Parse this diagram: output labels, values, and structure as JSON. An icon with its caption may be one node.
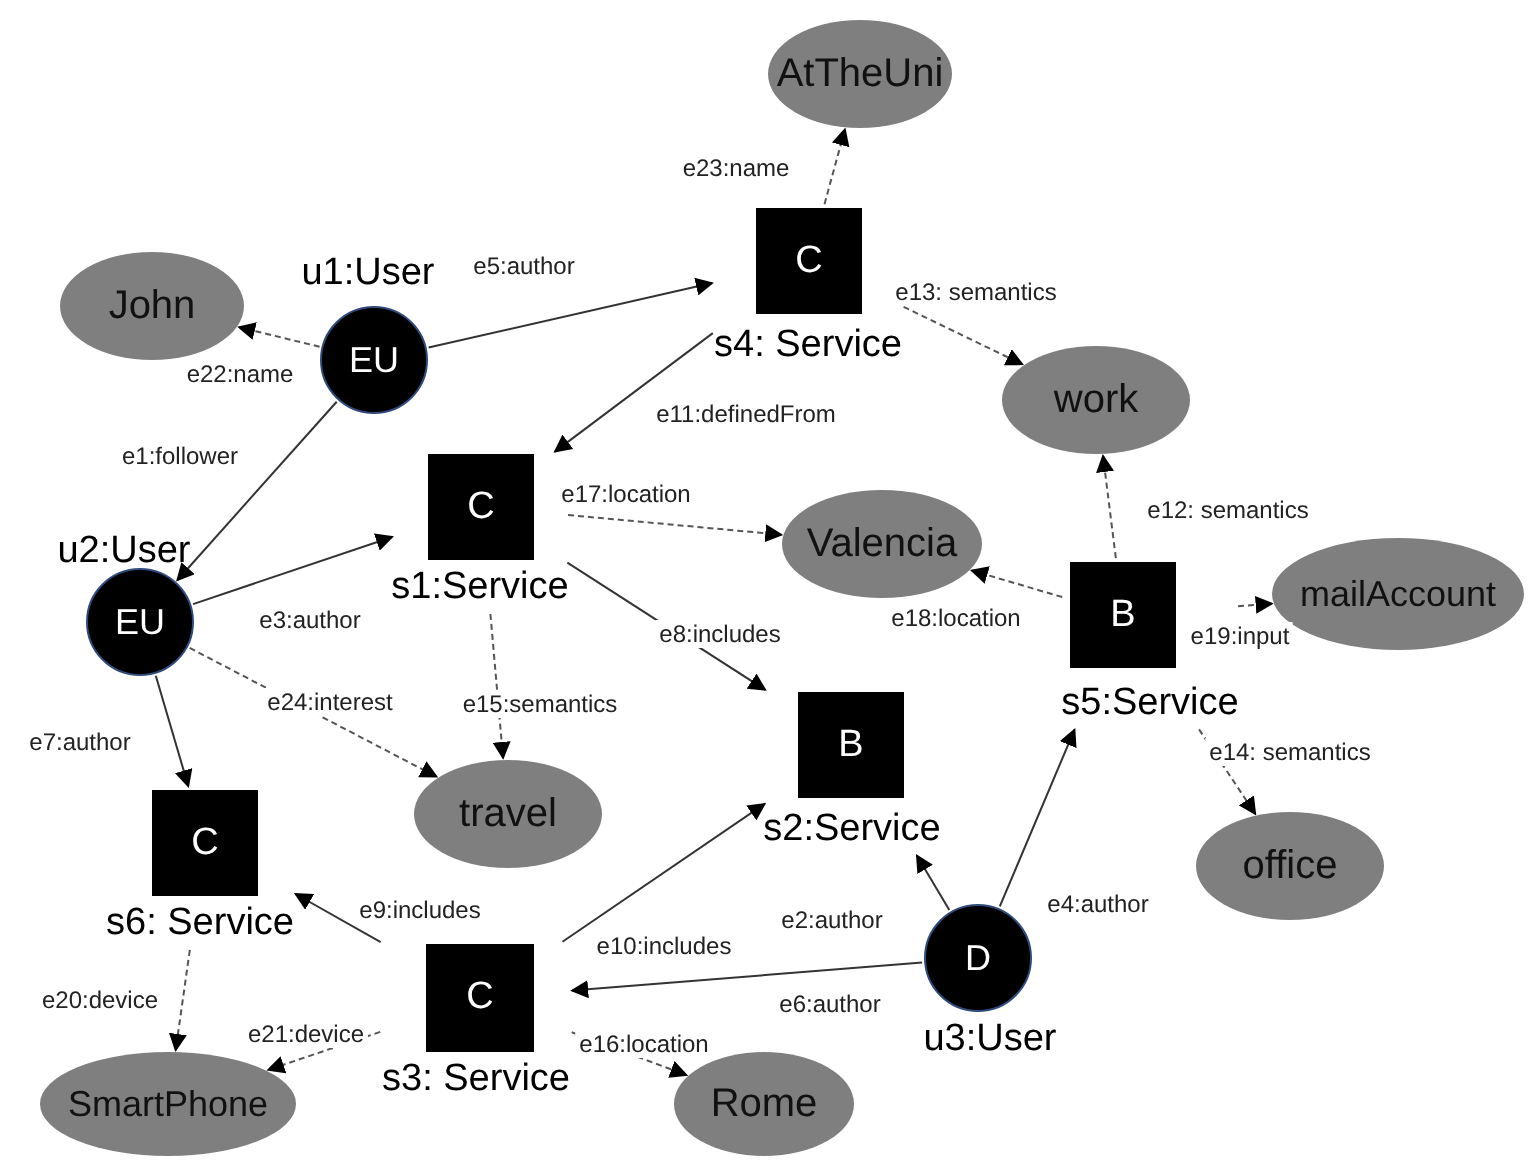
{
  "diagram": {
    "nodes": [
      {
        "text": [
          "u1:User",
          "EU"
        ]
      },
      {
        "text": [
          "John"
        ]
      },
      {
        "text": [
          "C",
          "s4: Service"
        ]
      },
      {
        "text": [
          "AtTheUni"
        ]
      },
      {
        "text": [
          "work"
        ]
      },
      {
        "text": [
          "u2:User",
          "EU"
        ]
      },
      {
        "text": [
          "C",
          "s1:Service"
        ]
      },
      {
        "text": [
          "Valencia"
        ]
      },
      {
        "text": [
          "B",
          "s5:Service"
        ]
      },
      {
        "text": [
          "mailAccount"
        ]
      },
      {
        "text": [
          "B",
          "s2:Service"
        ]
      },
      {
        "text": [
          "travel"
        ]
      },
      {
        "text": [
          "C",
          "s6: Service"
        ]
      },
      {
        "text": [
          "office"
        ]
      },
      {
        "text": [
          "D",
          "u3:User"
        ]
      },
      {
        "text": [
          "C",
          "s3: Service"
        ]
      },
      {
        "text": [
          "SmartPhone"
        ]
      },
      {
        "text": [
          "Rome"
        ]
      }
    ],
    "edges": [
      {
        "from": 0,
        "to": 5,
        "arrow": "to",
        "label": "e1:follower"
      },
      {
        "from": 14,
        "to": 10,
        "arrow": "to",
        "label": "e2:author"
      },
      {
        "from": 5,
        "to": 6,
        "arrow": "to",
        "label": "e3:author"
      },
      {
        "from": 14,
        "to": 8,
        "arrow": "to",
        "label": "e4:author"
      },
      {
        "from": 0,
        "to": 2,
        "arrow": "to",
        "label": "e5:author"
      },
      {
        "from": 14,
        "to": 15,
        "arrow": "to",
        "label": "e6:author"
      },
      {
        "from": 5,
        "to": 12,
        "arrow": "to",
        "label": "e7:author"
      },
      {
        "from": 6,
        "to": 10,
        "arrow": "to",
        "label": "e8:includes"
      },
      {
        "from": 15,
        "to": 12,
        "arrow": "to",
        "label": "e9:includes"
      },
      {
        "from": 15,
        "to": 10,
        "arrow": "to",
        "label": "e10:includes"
      },
      {
        "from": 2,
        "to": 6,
        "arrow": "to",
        "label": "e11:definedFrom"
      },
      {
        "from": 8,
        "to": 4,
        "arrow": "to",
        "label": "e12: semantics",
        "style": "dashed"
      },
      {
        "from": 2,
        "to": 4,
        "arrow": "to",
        "label": "e13: semantics",
        "style": "dashed"
      },
      {
        "from": 8,
        "to": 13,
        "arrow": "to",
        "label": "e14: semantics",
        "style": "dashed"
      },
      {
        "from": 6,
        "to": 11,
        "arrow": "to",
        "label": "e15:semantics",
        "style": "dashed"
      },
      {
        "from": 15,
        "to": 17,
        "arrow": "to",
        "label": "e16:location",
        "style": "dashed"
      },
      {
        "from": 6,
        "to": 7,
        "arrow": "to",
        "label": "e17:location",
        "style": "dashed"
      },
      {
        "from": 8,
        "to": 7,
        "arrow": "to",
        "label": "e18:location",
        "style": "dashed"
      },
      {
        "from": 8,
        "to": 9,
        "arrow": "to",
        "label": "e19:input",
        "style": "dashed"
      },
      {
        "from": 12,
        "to": 16,
        "arrow": "to",
        "label": "e20:device",
        "style": "dashed"
      },
      {
        "from": 15,
        "to": 16,
        "arrow": "to",
        "label": "e21:device",
        "style": "dashed"
      },
      {
        "from": 0,
        "to": 1,
        "arrow": "to",
        "label": "e22:name",
        "style": "dashed"
      },
      {
        "from": 2,
        "to": 3,
        "arrow": "to",
        "label": "e23:name",
        "style": "dashed"
      },
      {
        "from": 5,
        "to": 11,
        "arrow": "to",
        "label": "e24:interest",
        "style": "dashed"
      }
    ]
  }
}
